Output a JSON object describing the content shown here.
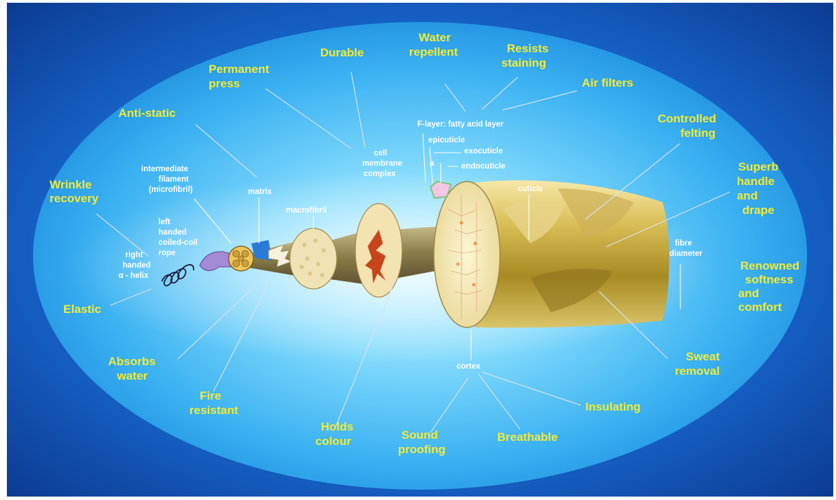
{
  "properties": {
    "wrinkle_recovery": [
      "Wrinkle",
      "recovery"
    ],
    "anti_static": [
      "Anti-static"
    ],
    "permanent_press": [
      "Permanent",
      "press"
    ],
    "durable": [
      "Durable"
    ],
    "water_repellent": [
      "Water",
      "repellent"
    ],
    "resists_staining": [
      "Resists",
      "staining"
    ],
    "air_filters": [
      "Air filters"
    ],
    "controlled_felting": [
      "Controlled",
      "felting"
    ],
    "superb_handle": [
      "Superb",
      "handle",
      "and",
      "drape"
    ],
    "renowned_softness": [
      "Renowned",
      "softness",
      "and",
      "comfort"
    ],
    "sweat_removal": [
      "Sweat",
      "removal"
    ],
    "insulating": [
      "Insulating"
    ],
    "breathable": [
      "Breathable"
    ],
    "sound_proofing": [
      "Sound",
      "proofing"
    ],
    "holds_colour": [
      "Holds",
      "colour"
    ],
    "fire_resistant": [
      "Fire",
      "resistant"
    ],
    "absorbs_water": [
      "Absorbs",
      "water"
    ],
    "elastic": [
      "Elastic"
    ]
  },
  "parts": {
    "right_handed": [
      "right",
      "handed",
      "α - helix"
    ],
    "left_handed": [
      "left",
      "handed",
      "coiled-coil",
      "rope"
    ],
    "intermediate_filament": [
      "intermediate",
      "filament",
      "(microfibril)"
    ],
    "matrix": [
      "matrix"
    ],
    "macrofibril": [
      "macrofibril"
    ],
    "cell_membrane": [
      "cell",
      "membrane",
      "complex"
    ],
    "f_layer": [
      "F-layer: fatty acid layer"
    ],
    "epicuticle": [
      "epicuticle"
    ],
    "exocuticle": [
      "exocuticle"
    ],
    "a_label": [
      "a"
    ],
    "endocuticle": [
      "endocuticle"
    ],
    "cuticle": [
      "cuticle"
    ],
    "fibre_diameter": [
      "fibre",
      "diameter"
    ],
    "cortex": [
      "cortex"
    ]
  },
  "colors": {
    "background_dark": "#0b3d9a",
    "background_mid": "#1a6fd0",
    "ellipse_light": "#6fd2fb",
    "ellipse_edge": "#2fa6ee",
    "property_text": "#f3ea33",
    "part_text": "#ffffff",
    "wool_gold": "#b99a2c",
    "cortex_cream": "#f4edc0",
    "cell_red": "#c8451c"
  }
}
